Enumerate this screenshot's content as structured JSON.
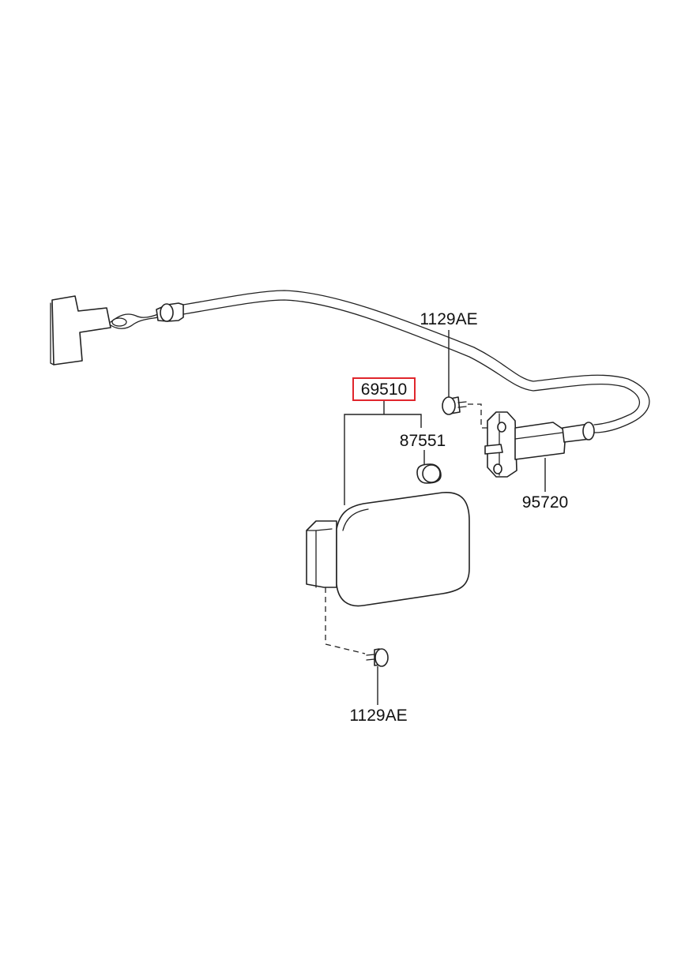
{
  "labels": {
    "bolt_upper": "1129AE",
    "fuel_door": "69510",
    "bumper": "87551",
    "opener_cable": "95720",
    "bolt_lower": "1129AE"
  },
  "colors": {
    "line": "#222222",
    "highlight": "#e0262c",
    "background": "#ffffff"
  }
}
